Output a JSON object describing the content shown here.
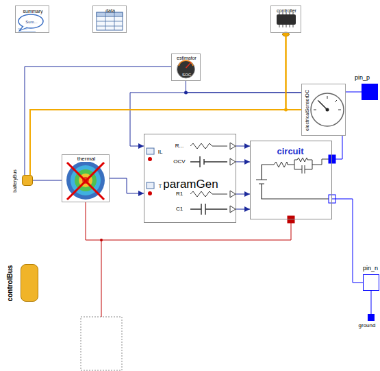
{
  "diagram": {
    "nodes": [
      {
        "text": [
          "summary",
          "Sum..."
        ]
      },
      {
        "text": [
          "data"
        ]
      },
      {
        "text": [
          "controller"
        ]
      },
      {
        "text": [
          "estimator",
          "SOC"
        ]
      },
      {
        "text": [
          "electricalSensorDC"
        ]
      },
      {
        "text": [
          "pin_p"
        ]
      },
      {
        "text": [
          "thermal"
        ]
      },
      {
        "text": [
          "paramGen"
        ]
      },
      {
        "text": [
          "circuit"
        ]
      },
      {
        "text": [
          "batteryBus"
        ]
      },
      {
        "text": [
          "controlBus"
        ]
      },
      {
        "text": [
          "pin_n"
        ]
      },
      {
        "text": [
          "ground"
        ]
      }
    ],
    "edges": [
      {
        "from": 2,
        "to": 4,
        "arrow": "none"
      },
      {
        "from": 4,
        "to": 3,
        "arrow": "none"
      },
      {
        "from": 4,
        "to": 7,
        "arrow": "to"
      },
      {
        "from": 3,
        "to": 9,
        "arrow": "none"
      },
      {
        "from": 2,
        "to": 9,
        "arrow": "none"
      },
      {
        "from": 9,
        "to": 6,
        "arrow": "none"
      },
      {
        "from": 6,
        "to": 7,
        "arrow": "to"
      },
      {
        "from": 7,
        "to": 8,
        "arrow": "to"
      },
      {
        "from": 7,
        "to": 8,
        "arrow": "to"
      },
      {
        "from": 7,
        "to": 8,
        "arrow": "to"
      },
      {
        "from": 7,
        "to": 8,
        "arrow": "to"
      },
      {
        "from": 8,
        "to": 4,
        "arrow": "none"
      },
      {
        "from": 4,
        "to": 5,
        "arrow": "none"
      },
      {
        "from": 8,
        "to": 11,
        "arrow": "none"
      },
      {
        "from": 11,
        "to": 12,
        "arrow": "none"
      },
      {
        "from": 6,
        "to": 8,
        "arrow": "none"
      }
    ],
    "labels": [
      "R...",
      "OCV",
      "R1",
      "C1",
      "IL",
      "T"
    ]
  }
}
